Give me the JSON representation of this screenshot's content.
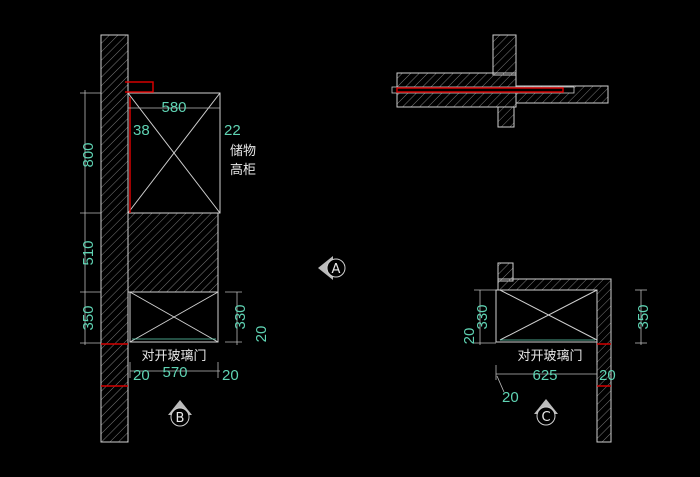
{
  "drawing": {
    "elevation_b": {
      "dims_vertical": [
        "800",
        "510",
        "350"
      ],
      "dim_top_width": "580",
      "dim_left_offset": "38",
      "dim_right_offset": "22",
      "cabinet_label_line1": "储物",
      "cabinet_label_line2": "高柜",
      "dim_door_height": "330",
      "dim_door_gap": "20",
      "door_label": "对开玻璃门",
      "dim_bottom_left": "20",
      "dim_bottom_width": "570",
      "dim_bottom_right": "20",
      "view_marker": "B"
    },
    "view_marker_a": "A",
    "elevation_c": {
      "dim_door_height": "330",
      "dim_door_gap": "20",
      "dim_total_height": "350",
      "door_label": "对开玻璃门",
      "dim_bottom_width": "625",
      "dim_bottom_left": "20",
      "dim_bottom_right": "20",
      "view_marker": "C"
    }
  },
  "colors": {
    "background": "#000000",
    "dimension_text": "#5fd3b3",
    "line": "#cfcfcf",
    "accent": "#d40000"
  }
}
